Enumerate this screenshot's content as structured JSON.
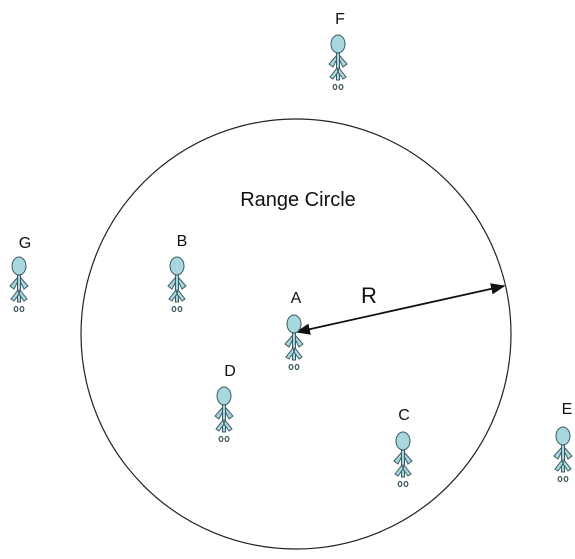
{
  "diagram": {
    "range_label": "Range Circle",
    "radius_label": "R",
    "colors": {
      "figure_fill": "#a9d7df",
      "figure_stroke": "#3c5a60",
      "line": "#111111",
      "background": "#ffffff"
    },
    "nodes": [
      {
        "id": "a",
        "label": "A"
      },
      {
        "id": "b",
        "label": "B"
      },
      {
        "id": "c",
        "label": "C"
      },
      {
        "id": "d",
        "label": "D"
      },
      {
        "id": "e",
        "label": "E"
      },
      {
        "id": "f",
        "label": "F"
      },
      {
        "id": "g",
        "label": "G"
      }
    ]
  }
}
